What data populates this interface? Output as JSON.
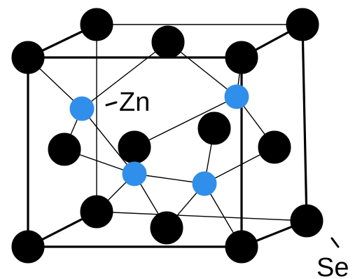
{
  "labels": {
    "zn": "Zn",
    "se": "Se"
  },
  "colors": {
    "se_atom": "#000000",
    "zn_atom": "#2f8fea",
    "lines": "#000000",
    "background": "#ffffff"
  },
  "atoms": {
    "se_count": 14,
    "zn_count": 4
  }
}
